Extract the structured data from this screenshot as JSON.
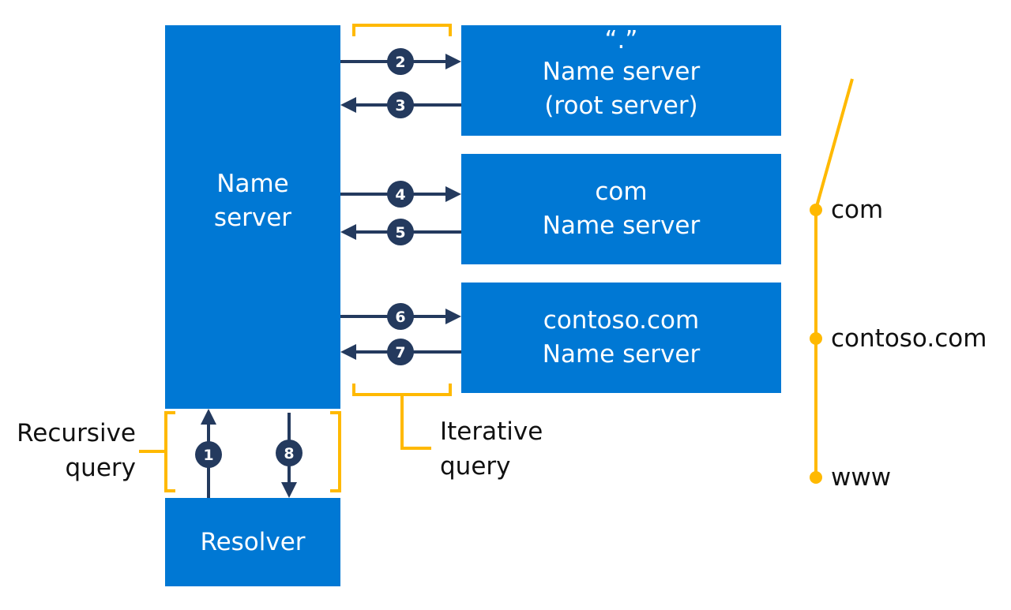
{
  "colors": {
    "box_blue": "#0078d4",
    "arrow_navy": "#243a5e",
    "bracket_gold": "#ffb900",
    "text_dark": "#111111"
  },
  "main_name_server": {
    "line1": "Name",
    "line2": "server"
  },
  "resolver": {
    "label": "Resolver"
  },
  "root_server": {
    "quote": "“.”",
    "line1": "Name server",
    "line2": "(root server)"
  },
  "com_server": {
    "line1": "com",
    "line2": "Name server"
  },
  "contoso_server": {
    "line1": "contoso.com",
    "line2": "Name server"
  },
  "recursive_label": {
    "line1": "Recursive",
    "line2": "query"
  },
  "iterative_label": {
    "line1": "Iterative",
    "line2": "query"
  },
  "steps": [
    "1",
    "2",
    "3",
    "4",
    "5",
    "6",
    "7",
    "8"
  ],
  "hierarchy": {
    "level1": "com",
    "level2": "contoso.com",
    "level3": "www"
  }
}
